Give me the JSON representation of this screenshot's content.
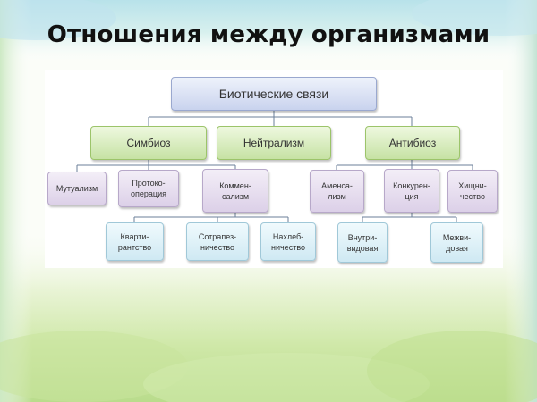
{
  "title": "Отношения между организмами",
  "root": "Биотические связи",
  "level1": {
    "symbiosis": "Симбиоз",
    "neutralism": "Нейтрализм",
    "antibiosis": "Антибиоз"
  },
  "symbiosis_children": {
    "mutualism": "Мутуализм",
    "protocooperation": "Протоко-\nоперация",
    "commensalism": "Коммен-\nсализм"
  },
  "commensalism_children": {
    "tenancy": "Кварти-\nрантство",
    "cohabitation": "Сотрапез-\nничество",
    "freeloading": "Нахлеб-\nничество"
  },
  "antibiosis_children": {
    "amensalism": "Аменса-\nлизм",
    "competition": "Конкурен-\nция",
    "predation": "Хищни-\nчество"
  },
  "competition_children": {
    "intraspecific": "Внутри-\nвидовая",
    "interspecific": "Межви-\nдовая"
  },
  "colors": {
    "root": "#c9d3ee",
    "level1": "#c6e2a4",
    "level2": "#dcd0e8",
    "level3": "#cfe9f3"
  }
}
